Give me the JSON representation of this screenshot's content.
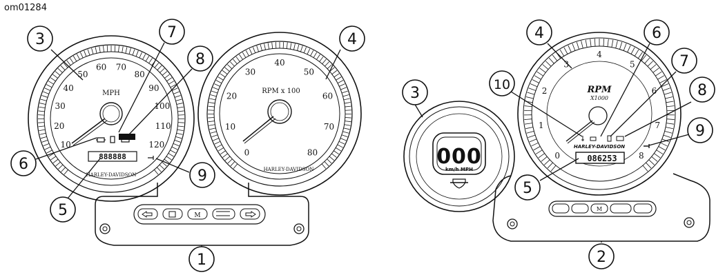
{
  "figure_id": "om01284",
  "speedometer": {
    "unit": "MPH",
    "scale": [
      "10",
      "20",
      "30",
      "40",
      "50",
      "60",
      "70",
      "80",
      "90",
      "100",
      "110",
      "120"
    ],
    "odometer": "888888",
    "brand": "HARLEY-DAVIDSON"
  },
  "tachometer": {
    "unit": "RPM x 100",
    "scale": [
      "0",
      "10",
      "20",
      "30",
      "40",
      "50",
      "60",
      "70",
      "80"
    ],
    "brand": "HARLEY-DAVIDSON"
  },
  "digital_gauge": {
    "speed_display": "000",
    "units": "km/h MPH",
    "tach_unit": "RPM",
    "tach_multiplier": "X1000",
    "tach_scale": [
      "0",
      "1",
      "2",
      "3",
      "4",
      "5",
      "6",
      "7",
      "8"
    ],
    "brand": "HARLEY-DAVIDSON",
    "odometer": "086253"
  },
  "callouts": {
    "left": [
      "3",
      "7",
      "8",
      "4",
      "6",
      "5",
      "9",
      "1"
    ],
    "right": [
      "4",
      "6",
      "3",
      "10",
      "7",
      "8",
      "9",
      "5",
      "2"
    ]
  }
}
